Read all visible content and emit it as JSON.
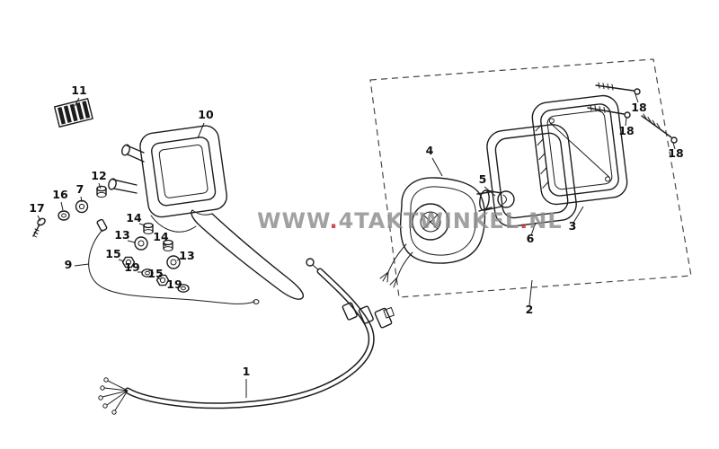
{
  "diagram": {
    "description": "Exploded parts diagram of a moped tail light and rear bracket assembly"
  },
  "watermark": {
    "w1": "WWW",
    "d1": ".",
    "w2": "4TAKTWINKEL",
    "d2": ".",
    "w3": "NL",
    "gray": "#8d8d8d",
    "red": "#c0272d"
  },
  "colors": {
    "line": "#1c1c1c",
    "dashed_box": "#4a4a4a",
    "background": "#ffffff"
  },
  "labels": {
    "p1": "1",
    "p2": "2",
    "p3": "3",
    "p4": "4",
    "p5": "5",
    "p6": "6",
    "p7": "7",
    "p9": "9",
    "p10": "10",
    "p11": "11",
    "p12": "12",
    "p13a": "13",
    "p13b": "13",
    "p14a": "14",
    "p14b": "14",
    "p15a": "15",
    "p15b": "15",
    "p16": "16",
    "p17": "17",
    "p18a": "18",
    "p18b": "18",
    "p18c": "18",
    "p19a": "19",
    "p19b": "19"
  }
}
